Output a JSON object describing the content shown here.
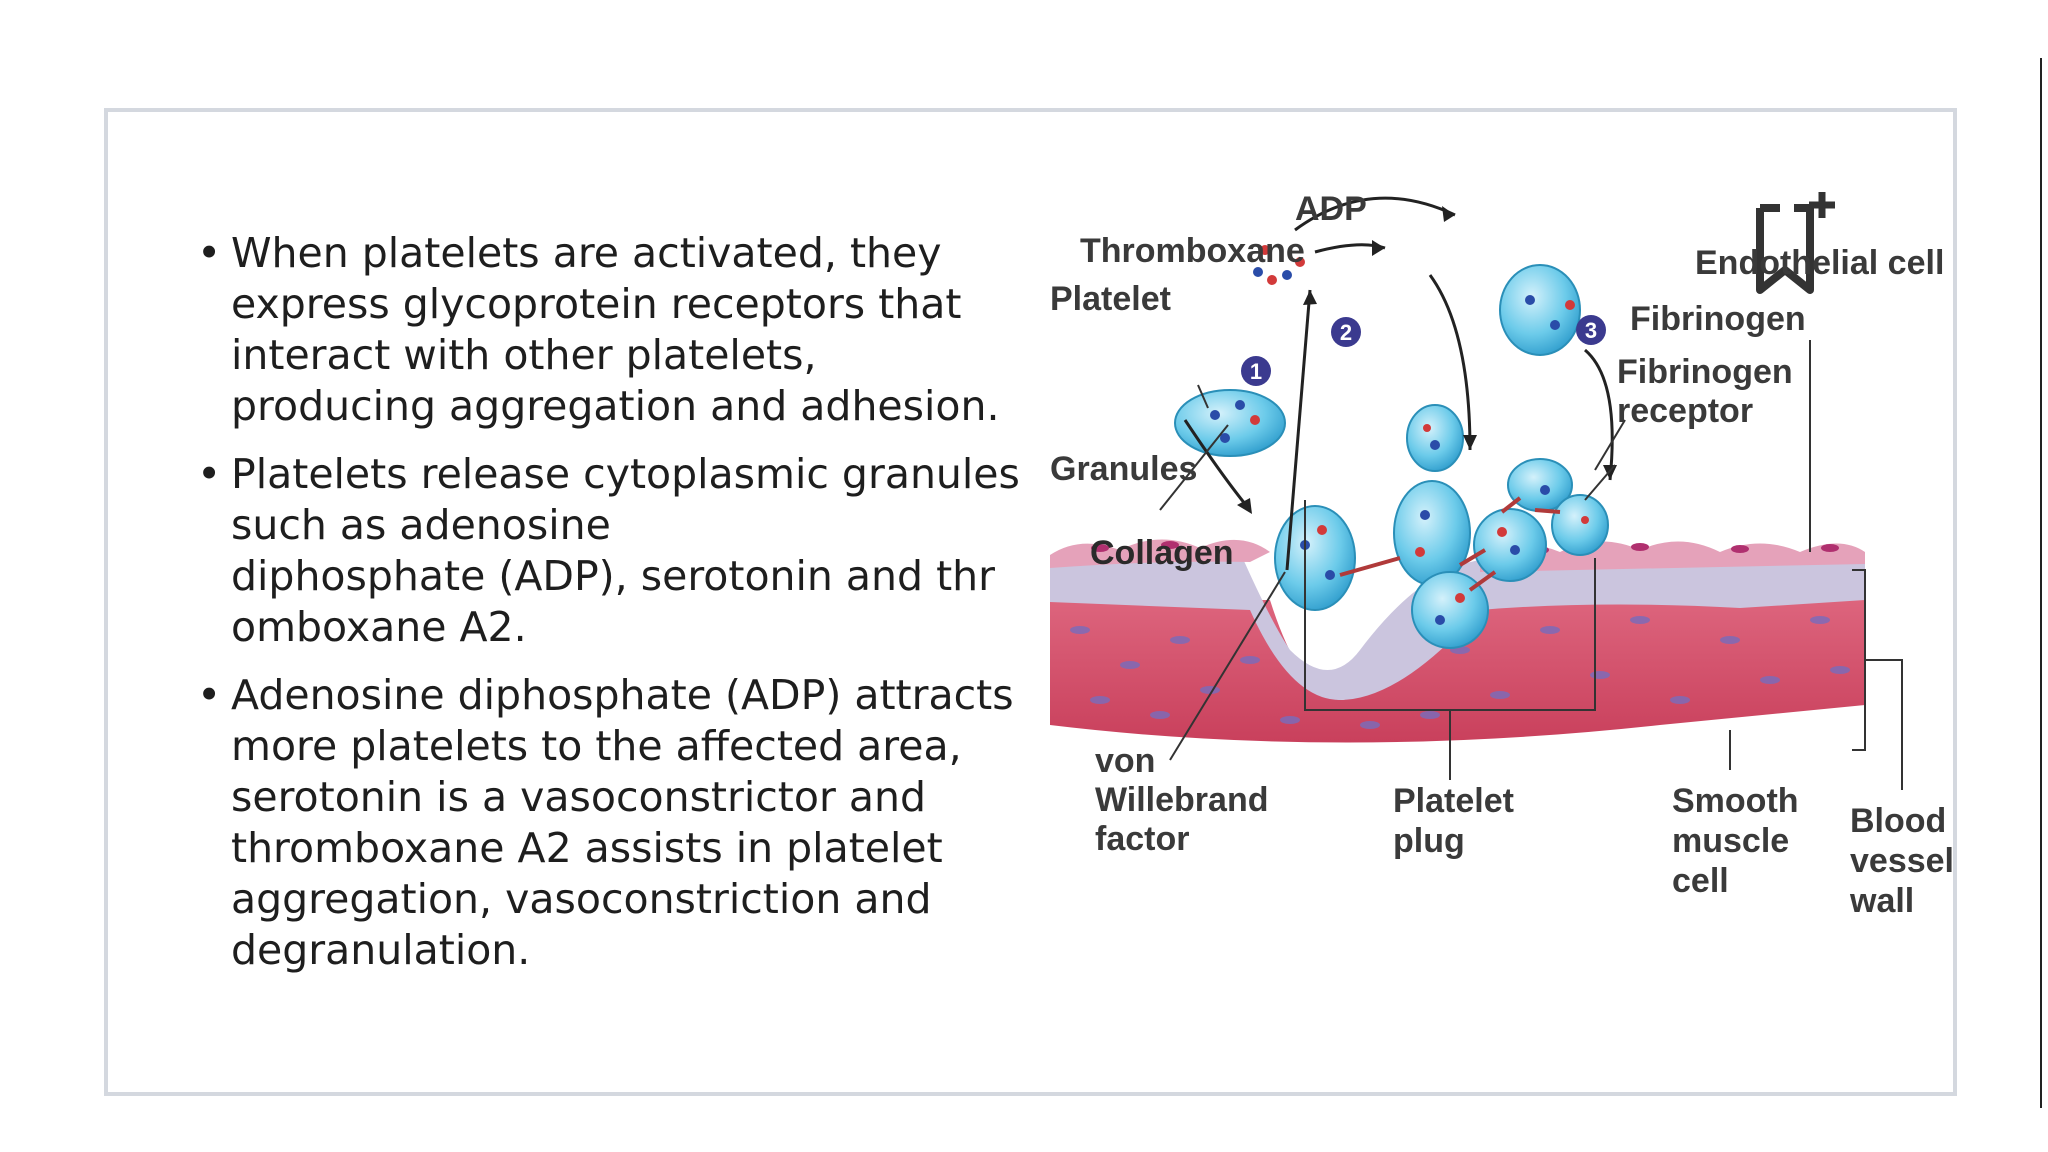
{
  "bullets": [
    {
      "text": "When platelets are activated, they\nexpress glycoprotein receptors that\ninteract with other platelets,\nproducing aggregation and adhesion."
    },
    {
      "text": "Platelets release cytoplasmic granules\nsuch as adenosine\ndiphosphate (ADP), serotonin and thr\nomboxane A2."
    },
    {
      "text": "Adenosine diphosphate (ADP) attracts\nmore platelets to the affected area,\nserotonin is a vasoconstrictor and\nthromboxane A2 assists in platelet\naggregation, vasoconstriction and\ndegranulation."
    }
  ],
  "bullet_glyph": "•",
  "diagram": {
    "labels": {
      "adp": "ADP",
      "thromboxane": "Thromboxane",
      "platelet": "Platelet",
      "granules": "Granules",
      "collagen": "Collagen",
      "endothelial_cell": "Endothelial cell",
      "fibrinogen": "Fibrinogen",
      "fibrinogen_receptor_1": "Fibrinogen",
      "fibrinogen_receptor_2": "receptor",
      "vwf_1": "von",
      "vwf_2": "Willebrand",
      "vwf_3": "factor",
      "plug_1": "Platelet",
      "plug_2": "plug",
      "smc_1": "Smooth",
      "smc_2": "muscle",
      "smc_3": "cell",
      "bvw_1": "Blood",
      "bvw_2": "vessel",
      "bvw_3": "wall"
    },
    "steps": [
      "1",
      "2",
      "3"
    ]
  },
  "icons": {
    "bookmark": "bookmark-add-icon"
  },
  "colors": {
    "platelet": "#5bc3e6",
    "muscle": "#d9536e",
    "endothelium": "#e8a0b8",
    "step_badge": "#3b3a8f",
    "collagen": "#c8c2dd"
  }
}
